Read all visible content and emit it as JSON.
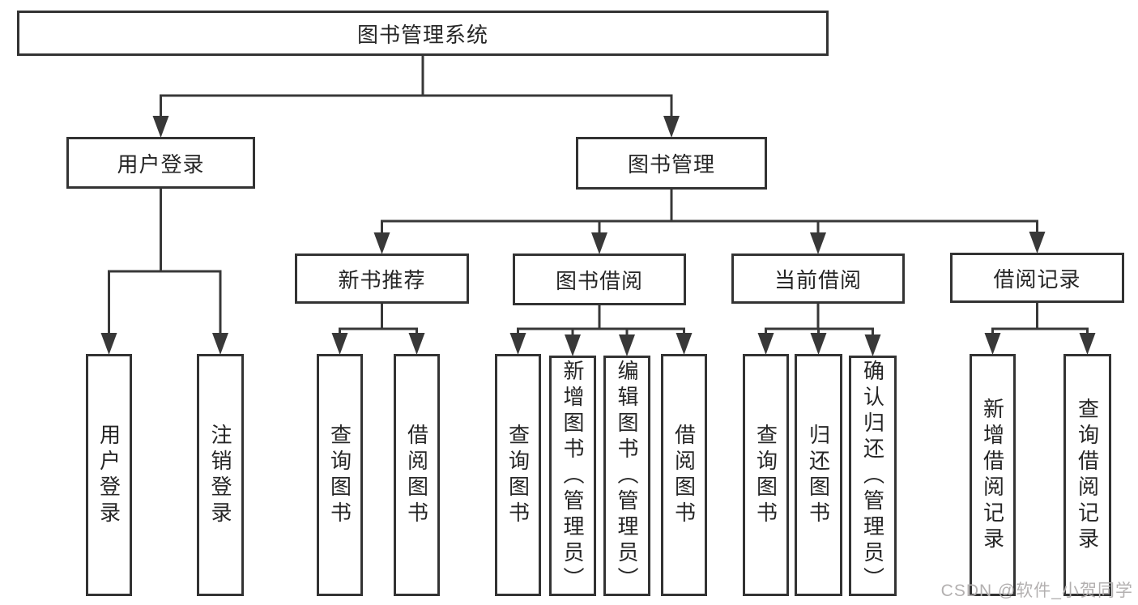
{
  "diagram": {
    "title": "图书管理系统",
    "nodes": [
      {
        "id": "root",
        "label": "图书管理系统",
        "orientation": "horizontal",
        "children": [
          "user-login",
          "book-mgmt"
        ]
      },
      {
        "id": "user-login",
        "label": "用户登录",
        "orientation": "horizontal",
        "children": [
          "leaf-user-login",
          "leaf-logout"
        ]
      },
      {
        "id": "book-mgmt",
        "label": "图书管理",
        "orientation": "horizontal",
        "children": [
          "new-book-rec",
          "book-borrow",
          "current-borrow",
          "borrow-records"
        ]
      },
      {
        "id": "new-book-rec",
        "label": "新书推荐",
        "orientation": "horizontal",
        "children": [
          "leaf-query-book-1",
          "leaf-borrow-book-1"
        ]
      },
      {
        "id": "book-borrow",
        "label": "图书借阅",
        "orientation": "horizontal",
        "children": [
          "leaf-query-book-2",
          "leaf-add-book",
          "leaf-edit-book",
          "leaf-borrow-book-2"
        ]
      },
      {
        "id": "current-borrow",
        "label": "当前借阅",
        "orientation": "horizontal",
        "children": [
          "leaf-query-book-3",
          "leaf-return-book",
          "leaf-confirm-return"
        ]
      },
      {
        "id": "borrow-records",
        "label": "借阅记录",
        "orientation": "horizontal",
        "children": [
          "leaf-add-borrow-record",
          "leaf-query-borrow-record"
        ]
      },
      {
        "id": "leaf-user-login",
        "label": "用户登录",
        "orientation": "vertical",
        "children": []
      },
      {
        "id": "leaf-logout",
        "label": "注销登录",
        "orientation": "vertical",
        "children": []
      },
      {
        "id": "leaf-query-book-1",
        "label": "查询图书",
        "orientation": "vertical",
        "children": []
      },
      {
        "id": "leaf-borrow-book-1",
        "label": "借阅图书",
        "orientation": "vertical",
        "children": []
      },
      {
        "id": "leaf-query-book-2",
        "label": "查询图书",
        "orientation": "vertical",
        "children": []
      },
      {
        "id": "leaf-add-book",
        "label": "新增图书（管理员）",
        "orientation": "vertical",
        "children": []
      },
      {
        "id": "leaf-edit-book",
        "label": "编辑图书（管理员）",
        "orientation": "vertical",
        "children": []
      },
      {
        "id": "leaf-borrow-book-2",
        "label": "借阅图书",
        "orientation": "vertical",
        "children": []
      },
      {
        "id": "leaf-query-book-3",
        "label": "查询图书",
        "orientation": "vertical",
        "children": []
      },
      {
        "id": "leaf-return-book",
        "label": "归还图书",
        "orientation": "vertical",
        "children": []
      },
      {
        "id": "leaf-confirm-return",
        "label": "确认归还（管理员）",
        "orientation": "vertical",
        "children": []
      },
      {
        "id": "leaf-add-borrow-record",
        "label": "新增借阅记录",
        "orientation": "vertical",
        "children": []
      },
      {
        "id": "leaf-query-borrow-record",
        "label": "查询借阅记录",
        "orientation": "vertical",
        "children": []
      }
    ]
  },
  "watermark": {
    "text": "CSDN @软件_小贺同学"
  },
  "colors": {
    "background": "#ffffff",
    "line": "#383838",
    "box_border": "#333333",
    "text": "#262626",
    "watermark": "#b3b0b0"
  }
}
